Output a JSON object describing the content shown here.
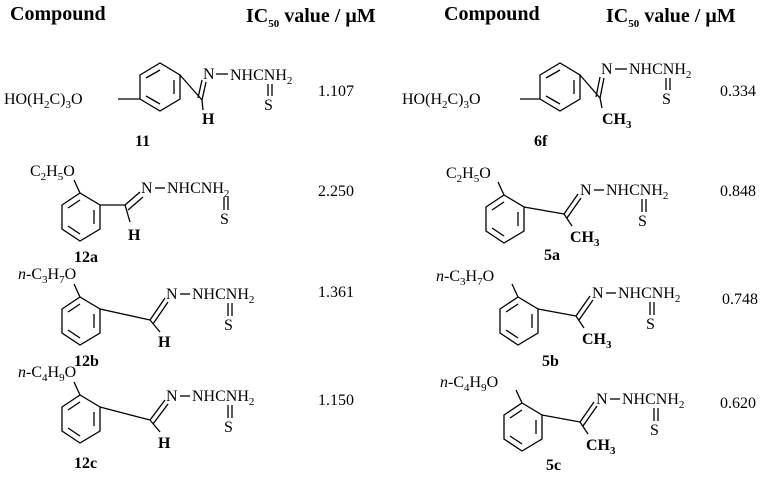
{
  "headers": {
    "compound": "Compound",
    "ic50_prefix": "IC",
    "ic50_sub": "50",
    "ic50_suffix": " value / ",
    "unit": "μM"
  },
  "compounds": [
    {
      "id": "11",
      "substituent_main": "HO(H",
      "substituent_sub1": "2",
      "substituent_mid": "C)",
      "substituent_sub2": "3",
      "substituent_end": "O",
      "group_bottom": "H",
      "value": "1.107"
    },
    {
      "id": "12a",
      "substituent_main": "C",
      "substituent_sub1": "2",
      "substituent_mid": "H",
      "substituent_sub2": "5",
      "substituent_end": "O",
      "group_bottom": "H",
      "value": "2.250"
    },
    {
      "id": "12b",
      "substituent_prefix": "n-",
      "substituent_main": "C",
      "substituent_sub1": "3",
      "substituent_mid": "H",
      "substituent_sub2": "7",
      "substituent_end": "O",
      "group_bottom": "H",
      "value": "1.361"
    },
    {
      "id": "12c",
      "substituent_prefix": "n-",
      "substituent_main": "C",
      "substituent_sub1": "4",
      "substituent_mid": "H",
      "substituent_sub2": "9",
      "substituent_end": "O",
      "group_bottom": "H",
      "value": "1.150"
    },
    {
      "id": "6f",
      "substituent_main": "HO(H",
      "substituent_sub1": "2",
      "substituent_mid": "C)",
      "substituent_sub2": "3",
      "substituent_end": "O",
      "group_bottom": "CH",
      "group_bottom_sub": "3",
      "value": "0.334"
    },
    {
      "id": "5a",
      "substituent_main": "C",
      "substituent_sub1": "2",
      "substituent_mid": "H",
      "substituent_sub2": "5",
      "substituent_end": "O",
      "group_bottom": "CH",
      "group_bottom_sub": "3",
      "value": "0.848"
    },
    {
      "id": "5b",
      "substituent_prefix": "n-",
      "substituent_main": "C",
      "substituent_sub1": "3",
      "substituent_mid": "H",
      "substituent_sub2": "7",
      "substituent_end": "O",
      "group_bottom": "CH",
      "group_bottom_sub": "3",
      "value": "0.748"
    },
    {
      "id": "5c",
      "substituent_prefix": "n-",
      "substituent_main": "C",
      "substituent_sub1": "4",
      "substituent_mid": "H",
      "substituent_sub2": "9",
      "substituent_end": "O",
      "group_bottom": "CH",
      "group_bottom_sub": "3",
      "value": "0.620"
    }
  ],
  "chain": {
    "n": "N",
    "nh": "NHCNH",
    "nh_sub": "2",
    "s": "S"
  }
}
